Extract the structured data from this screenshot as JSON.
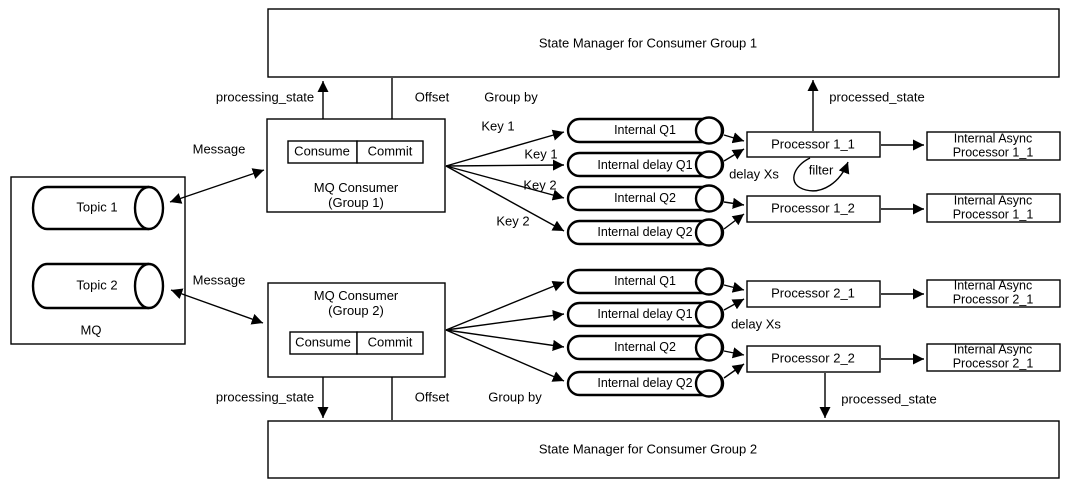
{
  "colors": {
    "stroke": "#000000",
    "background": "#ffffff"
  },
  "mq": {
    "label": "MQ",
    "topic1": "Topic 1",
    "topic2": "Topic 2"
  },
  "g1": {
    "state_manager": "State Manager for Consumer Group 1",
    "message": "Message",
    "processing_state": "processing_state",
    "offset": "Offset",
    "group_by": "Group by",
    "consumer_line1": "MQ Consumer",
    "consumer_line2": "(Group 1)",
    "consume": "Consume",
    "commit": "Commit",
    "key1": "Key 1",
    "key2": "Key 2",
    "queues": [
      "Internal Q1",
      "Internal delay Q1",
      "Internal Q2",
      "Internal delay Q2"
    ],
    "delay": "delay Xs",
    "processor1": "Processor 1_1",
    "processor2": "Processor 1_2",
    "filter": "filter",
    "processed_state": "processed_state",
    "async1_line1": "Internal Async",
    "async1_line2": "Processor 1_1",
    "async2_line1": "Internal Async",
    "async2_line2": "Processor 1_1"
  },
  "g2": {
    "state_manager": "State Manager for Consumer Group 2",
    "message": "Message",
    "processing_state": "processing_state",
    "offset": "Offset",
    "group_by": "Group by",
    "consumer_line1": "MQ Consumer",
    "consumer_line2": "(Group 2)",
    "consume": "Consume",
    "commit": "Commit",
    "queues": [
      "Internal Q1",
      "Internal delay Q1",
      "Internal Q2",
      "Internal delay Q2"
    ],
    "delay": "delay Xs",
    "processor1": "Processor 2_1",
    "processor2": "Processor 2_2",
    "processed_state": "processed_state",
    "async1_line1": "Internal Async",
    "async1_line2": "Processor 2_1",
    "async2_line1": "Internal Async",
    "async2_line2": "Processor 2_1"
  }
}
